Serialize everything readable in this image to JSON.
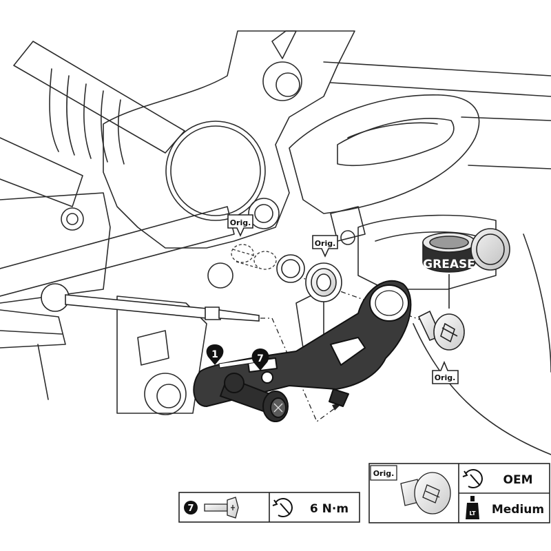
{
  "callouts": {
    "orig": "Orig.",
    "grease": "GREASE",
    "part_1": "1",
    "part_7": "7"
  },
  "spec_box_left": {
    "part_number": "7",
    "torque": "6 N·m"
  },
  "spec_box_right": {
    "tag": "Orig.",
    "torque": "OEM",
    "threadlock": "Medium",
    "threadlock_bottle_label": "LT"
  },
  "colors": {
    "line": "#222222",
    "light_line": "#8a8a8a",
    "part_fill": "#3a3a3a",
    "shadow_fill": "#e6e6e6"
  }
}
